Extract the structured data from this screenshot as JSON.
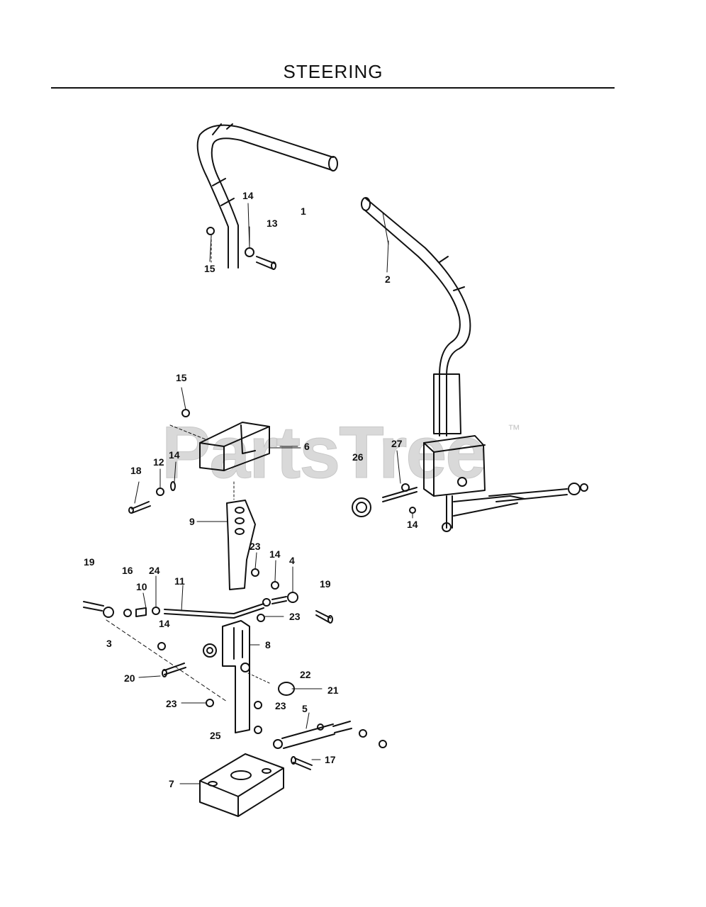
{
  "title": "STEERING",
  "watermark": "PartsTree",
  "trademark": "™",
  "callouts": [
    "1",
    "2",
    "3",
    "4",
    "5",
    "6",
    "7",
    "8",
    "9",
    "10",
    "11",
    "12",
    "13",
    "14",
    "15",
    "16",
    "17",
    "18",
    "19",
    "20",
    "21",
    "22",
    "23",
    "24",
    "25",
    "26",
    "27"
  ]
}
